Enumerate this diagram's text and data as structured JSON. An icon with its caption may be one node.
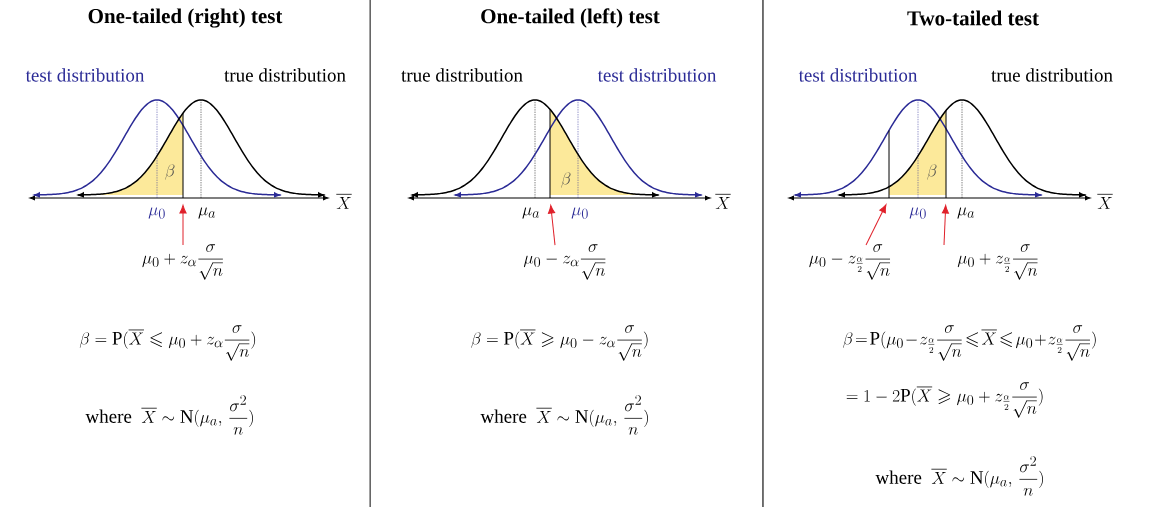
{
  "diagram": {
    "nodes": [
      {
        "text": [
          "\\mu_0 + z_\\alpha\\frac{\\sigma}{\\sqrt{n}}"
        ]
      },
      {
        "text": [
          "\\mu_0 - z_\\alpha\\frac{\\sigma}{\\sqrt{n}}"
        ]
      },
      {
        "text": [
          "\\mu_0 - z_{\\frac{\\alpha}{2}}\\frac{\\sigma}{\\sqrt{n}}"
        ]
      },
      {
        "text": [
          "\\mu_0 + z_{\\frac{\\alpha}{2}}\\frac{\\sigma}{\\sqrt{n}}"
        ]
      },
      {
        "text": [],
        "shape": "line"
      },
      {
        "text": [],
        "shape": "line"
      },
      {
        "text": [],
        "shape": "line"
      },
      {
        "text": [],
        "shape": "line"
      }
    ],
    "edges": [
      {
        "from": 0,
        "to": 4,
        "arrow": "to"
      },
      {
        "from": 1,
        "to": 5,
        "arrow": "to"
      },
      {
        "from": 2,
        "to": 6,
        "arrow": "to"
      },
      {
        "from": 3,
        "to": 7,
        "arrow": "to"
      }
    ],
    "labels": [
      "One-tailed (right) test",
      "test distribution",
      "true distribution",
      "\\beta",
      "\\overline{X}",
      "\\mu_0",
      "\\mu_a",
      "\\beta = \\mathrm{P}(\\overline{X} \\leqslant \\mu_0 + z_\\alpha\\frac{\\sigma}{\\sqrt{n}})",
      "\\text{where}\\ \\ \\overline{X} \\sim \\mathrm{N}(\\mu_a,\\, \\frac{\\sigma^2}{n})",
      "One-tailed (left) test",
      "true distribution",
      "test distribution",
      "\\beta",
      "\\overline{X}",
      "\\mu_a",
      "\\mu_0",
      "\\beta = \\mathrm{P}(\\overline{X} \\geqslant \\mu_0 - z_\\alpha\\frac{\\sigma}{\\sqrt{n}})",
      "\\text{where}\\ \\ \\overline{X} \\sim \\mathrm{N}(\\mu_a,\\, \\frac{\\sigma^2}{n})",
      "Two-tailed test",
      "test distribution",
      "true distribution",
      "\\beta",
      "\\overline{X}",
      "\\mu_0",
      "\\mu_a",
      "\\beta\\!=\\!\\mathrm{P}(\\mu_0\\!-\\!z_{\\frac{\\alpha}{2}}\\frac{\\sigma}{\\sqrt{n}}\\!\\leqslant\\!\\overline{X}\\!\\leqslant\\!\\mu_0\\!+\\!z_{\\frac{\\alpha}{2}}\\frac{\\sigma}{\\sqrt{n}})",
      "= 1 - 2\\mathrm{P}(\\overline{X} \\geqslant \\mu_0 + z_{\\frac{\\alpha}{2}}\\frac{\\sigma}{\\sqrt{n}})",
      "\\text{where}\\ \\ \\overline{X} \\sim \\mathrm{N}(\\mu_a,\\, \\frac{\\sigma^2}{n})"
    ]
  }
}
